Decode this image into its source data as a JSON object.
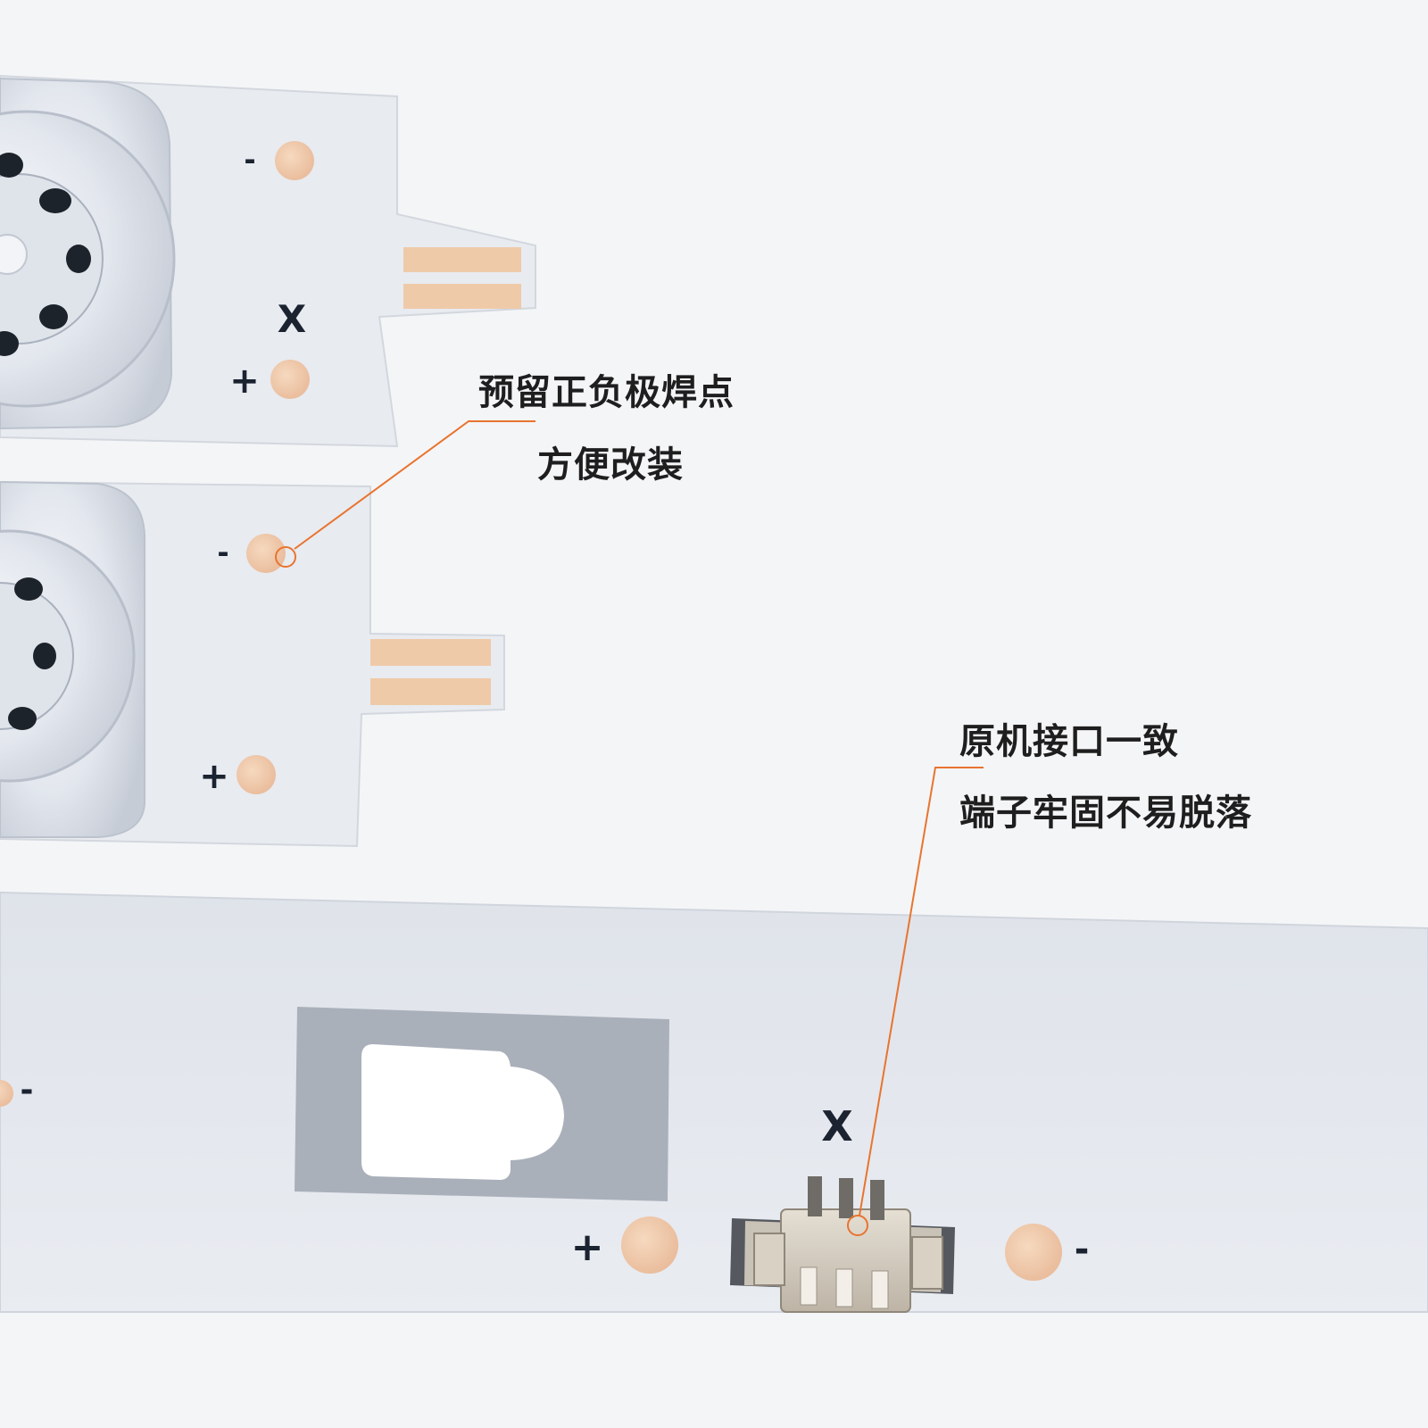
{
  "callouts": {
    "top": {
      "line1": "预留正负极焊点",
      "line2": "方便改装"
    },
    "bottom": {
      "line1": "原机接口一致",
      "line2": "端子牢固不易脱落"
    }
  },
  "board_marks": {
    "strip1_minus": "-",
    "strip1_plus": "+",
    "strip1_x": "X",
    "strip2_minus": "-",
    "strip2_plus": "+",
    "strip3_minus_left": "-",
    "strip3_plus": "+",
    "strip3_minus_right": "-",
    "strip3_x": "X"
  },
  "colors": {
    "background": "#f4f5f7",
    "board": "#e6e9ef",
    "copper": "#eec7a8",
    "callout_line": "#e8742f",
    "label_text": "#1e1e1e"
  }
}
